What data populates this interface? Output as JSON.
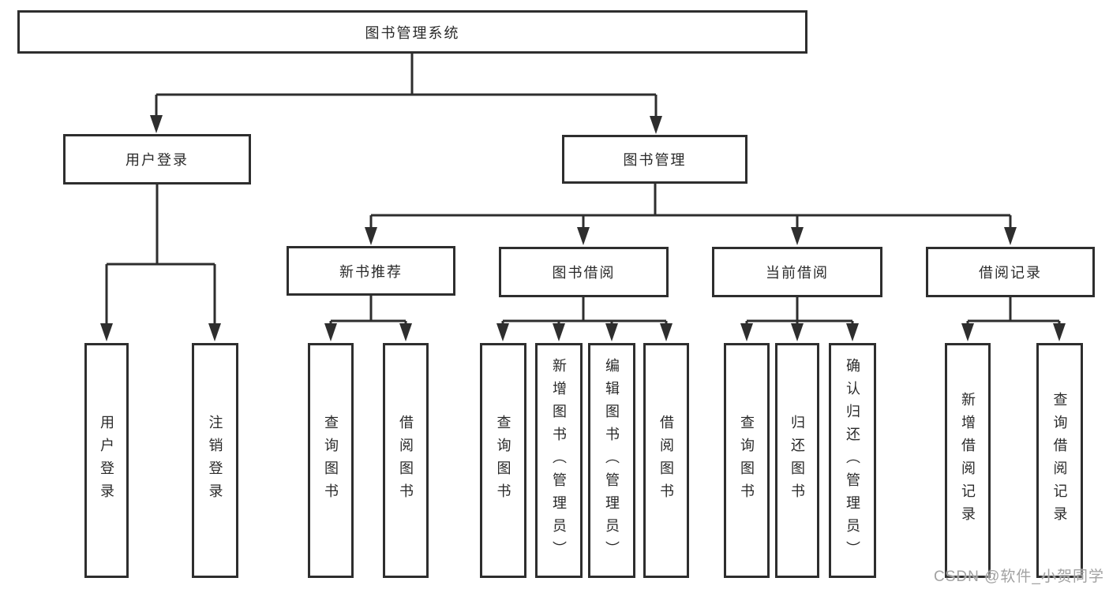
{
  "diagram": {
    "root": {
      "label": "图书管理系统"
    },
    "level2": {
      "user_login": {
        "label": "用户登录"
      },
      "book_mgmt": {
        "label": "图书管理"
      }
    },
    "level3": {
      "new_book_rec": {
        "label": "新书推荐"
      },
      "book_borrow": {
        "label": "图书借阅"
      },
      "current_borrow": {
        "label": "当前借阅"
      },
      "borrow_records": {
        "label": "借阅记录"
      }
    },
    "leaves": {
      "user_login": {
        "label": "用户登录"
      },
      "logout": {
        "label": "注销登录"
      },
      "query_book_rec": {
        "label": "查询图书"
      },
      "borrow_book_rec": {
        "label": "借阅图书"
      },
      "query_book_borrow": {
        "label": "查询图书"
      },
      "add_book_admin": {
        "label": "新增图书（管理员）"
      },
      "edit_book_admin": {
        "label": "编辑图书（管理员）"
      },
      "borrow_book_borrow": {
        "label": "借阅图书"
      },
      "query_book_current": {
        "label": "查询图书"
      },
      "return_book": {
        "label": "归还图书"
      },
      "confirm_return_admin": {
        "label": "确认归还（管理员）"
      },
      "add_borrow_record": {
        "label": "新增借阅记录"
      },
      "query_borrow_record": {
        "label": "查询借阅记录"
      }
    }
  },
  "watermark": {
    "text": "CSDN @软件_小贺同学"
  },
  "colors": {
    "line": "#2e2e2e",
    "box_border": "#2e2e2e",
    "text": "#2a2a2a",
    "watermark": "#a2a2a2",
    "background": "#ffffff"
  }
}
